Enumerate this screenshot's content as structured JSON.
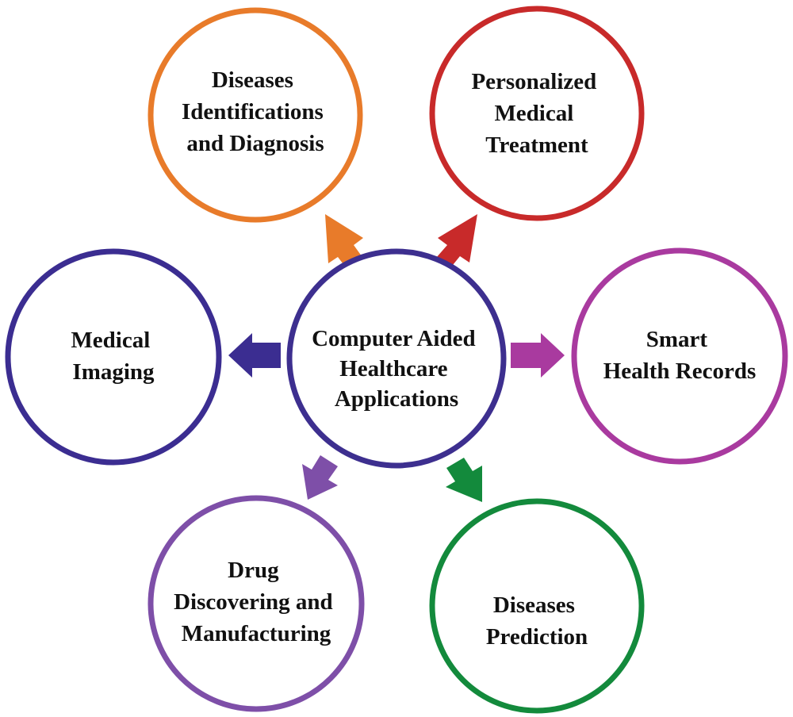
{
  "center": {
    "lines": [
      "Computer Aided",
      "Healthcare",
      "Applications"
    ],
    "color": "#3d2f8f"
  },
  "nodes": [
    {
      "key": "diagnosis",
      "lines": [
        "Diseases",
        "Identifications",
        "and Diagnosis"
      ],
      "color": "#e87b2a"
    },
    {
      "key": "personalized",
      "lines": [
        "Personalized",
        "Medical",
        "Treatment"
      ],
      "color": "#c82a2a"
    },
    {
      "key": "imaging",
      "lines": [
        "Medical",
        "Imaging"
      ],
      "color": "#3b2d91"
    },
    {
      "key": "records",
      "lines": [
        "Smart",
        "Health Records"
      ],
      "color": "#a93a9f"
    },
    {
      "key": "drug",
      "lines": [
        "Drug",
        "Discovering and",
        "Manufacturing"
      ],
      "color": "#7e4fa8"
    },
    {
      "key": "prediction",
      "lines": [
        "Diseases",
        "Prediction"
      ],
      "color": "#138a3c"
    }
  ]
}
